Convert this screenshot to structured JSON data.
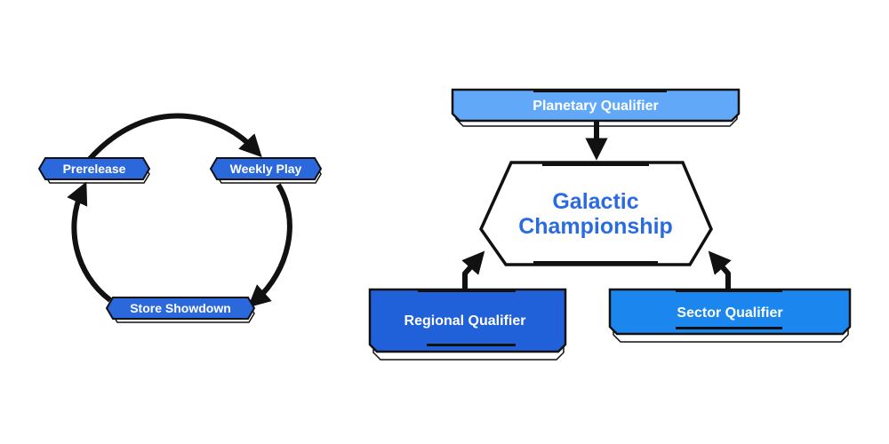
{
  "colors": {
    "background": "#ffffff",
    "tag_blue": "#2a68dc",
    "tag_light_blue": "#62a8f8",
    "tag_mid_blue": "#1a86ee",
    "tag_dark_blue": "#2060d8",
    "outline": "#111111",
    "center_text": "#2a6be0"
  },
  "cycle": {
    "prerelease": "Prerelease",
    "weekly_play": "Weekly Play",
    "store_showdown": "Store Showdown"
  },
  "tournament": {
    "planetary_qualifier": "Planetary Qualifier",
    "center_line1": "Galactic",
    "center_line2": "Championship",
    "regional_qualifier": "Regional Qualifier",
    "sector_qualifier": "Sector Qualifier"
  }
}
